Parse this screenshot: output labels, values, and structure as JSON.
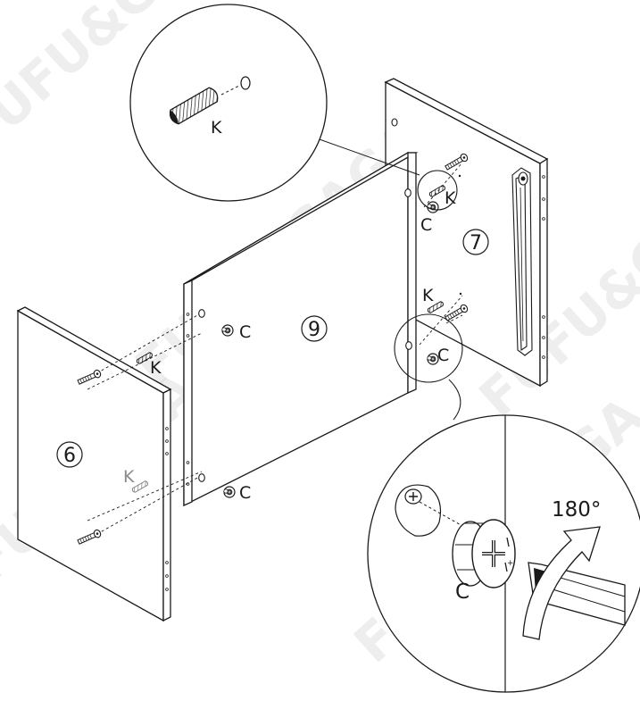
{
  "watermark": "FUFU&GAGA",
  "labels": {
    "dowel": "K",
    "cam_lock": "C",
    "rotation": "180°"
  },
  "panels": {
    "left_side": "6",
    "back": "9",
    "right_side": "7"
  },
  "colors": {
    "line": "#1a1a1a",
    "panel_fill": "#ffffff",
    "dowel_faded": "#8a8a8a"
  },
  "icons": [
    "wooden-dowel-icon",
    "cam-lock-icon",
    "cam-bolt-icon",
    "screwdriver-icon",
    "rotation-arrow-icon"
  ]
}
